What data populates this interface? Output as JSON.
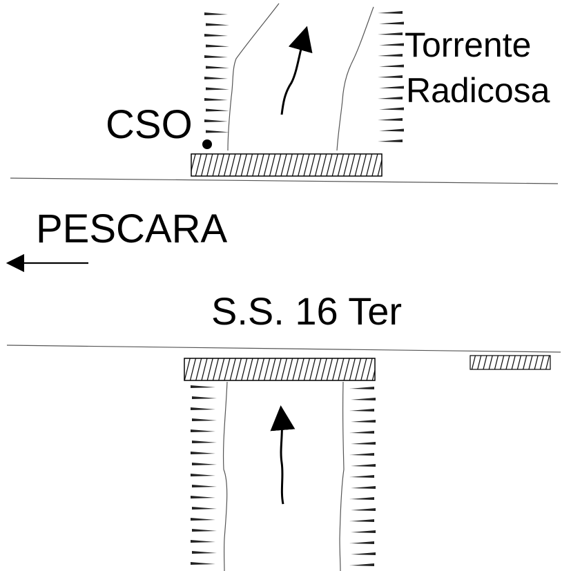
{
  "labels": {
    "stream": [
      "Torrente",
      "Radicosa"
    ],
    "cso": "CSO",
    "direction": "PESCARA",
    "road": "S.S. 16 Ter"
  },
  "colors": {
    "ink": "#000000",
    "background": "#ffffff",
    "line": "#555555"
  },
  "icons": {
    "direction_arrow": "left-arrow-icon",
    "flow_arrow": "up-arrow-icon",
    "bank_hatch": "embankment-hatch",
    "bridge_deck": "hatched-bridge-deck",
    "cso_point": "discharge-point-dot"
  }
}
